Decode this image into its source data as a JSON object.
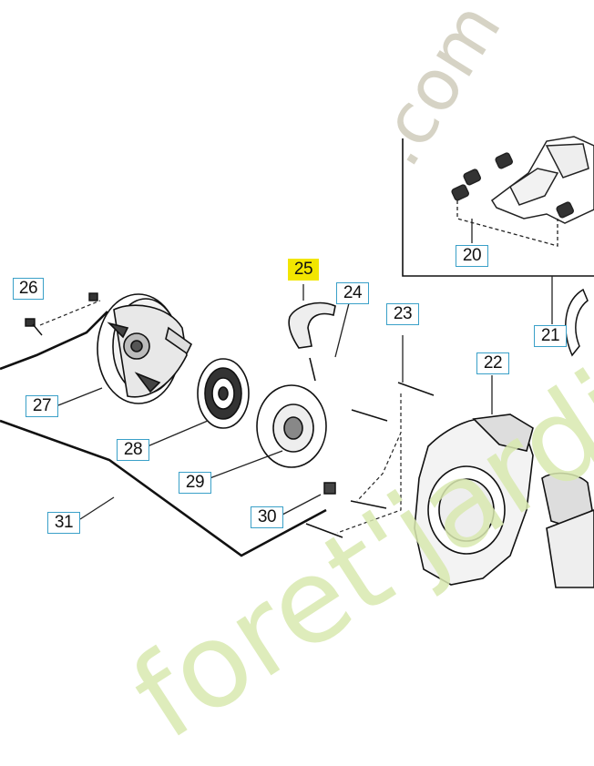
{
  "callouts": {
    "c20": "20",
    "c21": "21",
    "c22": "22",
    "c23": "23",
    "c24": "24",
    "c25": "25",
    "c26": "26",
    "c27": "27",
    "c28": "28",
    "c29": "29",
    "c30": "30",
    "c31": "31"
  },
  "watermark": {
    "text": "foret-jardin.com"
  },
  "colors": {
    "callout_border": "#3aa0c8",
    "callout_highlight": "#f2e600",
    "line": "#111111",
    "watermark_green": "#cfe59a",
    "watermark_gray": "#cbc7b4"
  }
}
